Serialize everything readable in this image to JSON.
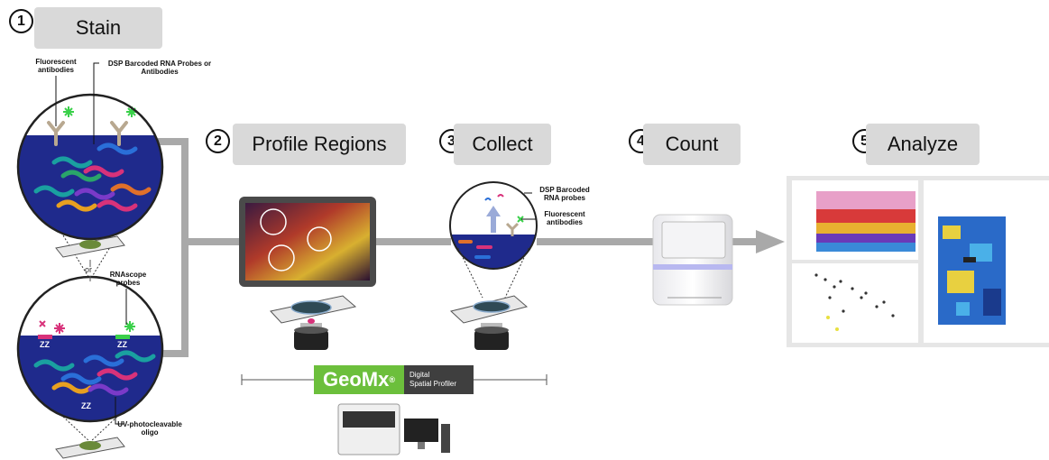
{
  "steps": [
    {
      "number": "1",
      "label": "Stain"
    },
    {
      "number": "2",
      "label": "Profile Regions"
    },
    {
      "number": "3",
      "label": "Collect"
    },
    {
      "number": "4",
      "label": "Count"
    },
    {
      "number": "5",
      "label": "Analyze"
    }
  ],
  "stain": {
    "fluorescent_antibodies": "Fluorescent antibodies",
    "dsp_probes": "DSP Barcoded RNA Probes or Antibodies",
    "or": "or",
    "rnascope_probes": "RNAscope probes",
    "uv_oligo": "UV-photocleavable oligo"
  },
  "collect": {
    "dsp_probes": "DSP Barcoded RNA probes",
    "fluorescent_antibodies": "Fluorescent antibodies"
  },
  "geomx": {
    "brand": "GeoMx",
    "reg": "®",
    "line1": "Digital",
    "line2": "Spatial Profiler"
  },
  "colors": {
    "tissue_blue": "#1f2a8c",
    "pipe_gray": "#a9a9a9",
    "label_gray": "#d9d9d9",
    "geomx_green": "#6cbf3c",
    "geomx_dark": "#3f3f3f"
  }
}
